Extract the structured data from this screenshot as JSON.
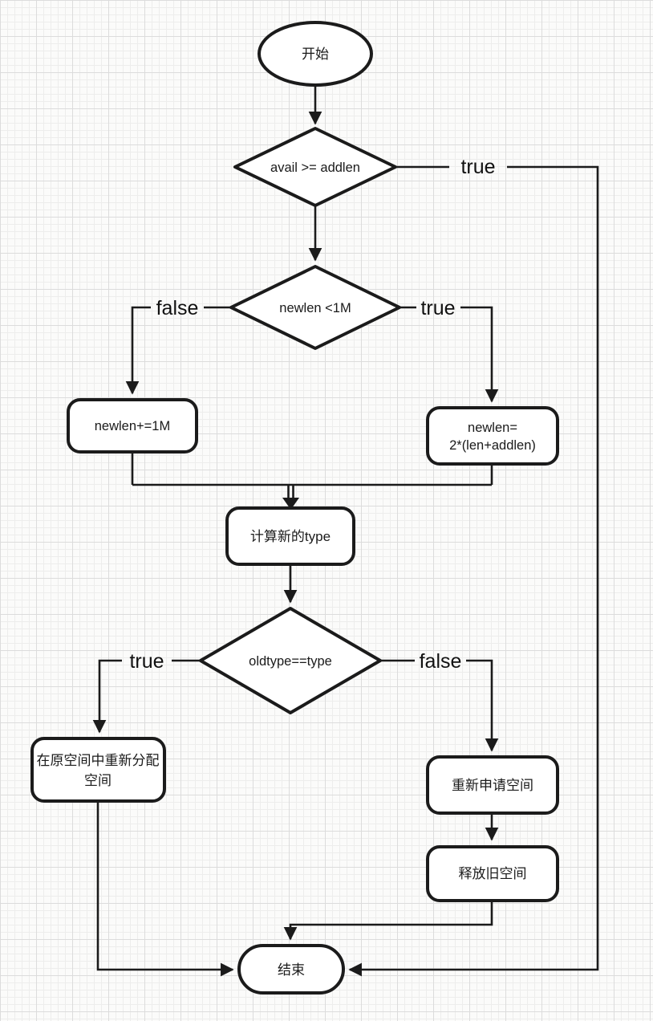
{
  "diagram": {
    "type": "flowchart",
    "nodes": {
      "start": "开始",
      "decision_avail": "avail >= addlen",
      "decision_newlen": "newlen <1M",
      "process_newlen_inc": "newlen+=1M",
      "process_newlen_double_l1": "newlen=",
      "process_newlen_double_l2": "2*(len+addlen)",
      "process_calc_type": "计算新的type",
      "decision_oldtype": "oldtype==type",
      "process_realloc_l1": "在原空间中重新分配",
      "process_realloc_l2": "空间",
      "process_request_space": "重新申请空间",
      "process_free_old": "释放旧空间",
      "end": "结束"
    },
    "edge_labels": {
      "avail_true": "true",
      "newlen_false": "false",
      "newlen_true": "true",
      "oldtype_true": "true",
      "oldtype_false": "false"
    },
    "colors": {
      "stroke": "#1b1b1b",
      "node_fill": "#ffffff",
      "background": "#fbfbfa",
      "grid_minor": "#ededec",
      "grid_major": "#dcdcdc"
    }
  }
}
